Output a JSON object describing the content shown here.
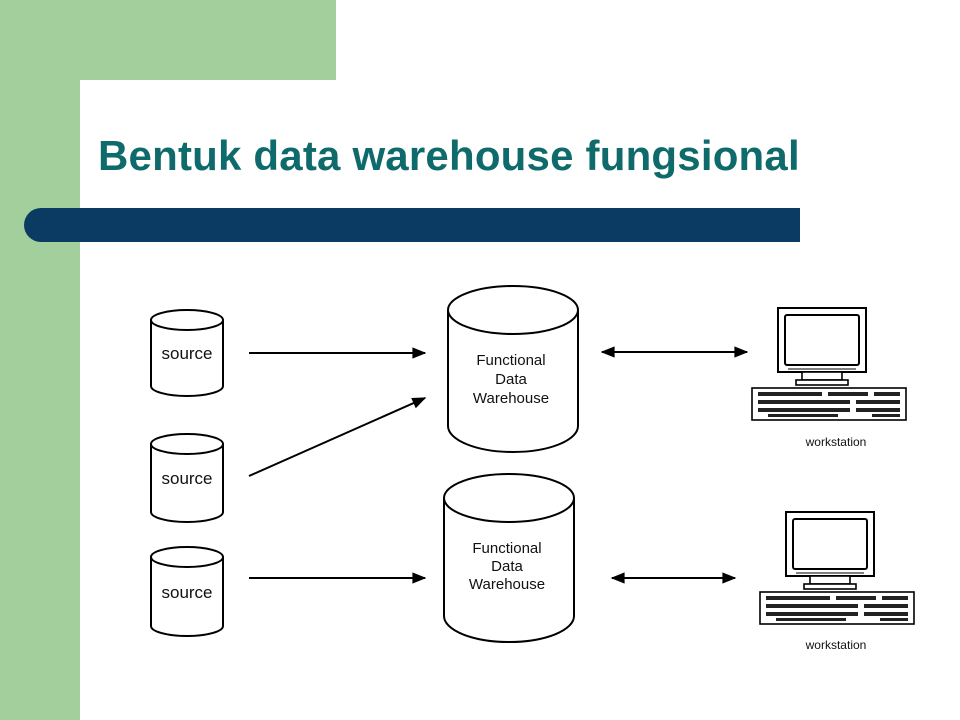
{
  "slide": {
    "title": "Bentuk data warehouse fungsional",
    "colors": {
      "accent_green": "#a3cf9c",
      "title_teal": "#0f6b6b",
      "bar_navy": "#0b3a63"
    }
  },
  "diagram": {
    "sources": [
      {
        "label": "source"
      },
      {
        "label": "source"
      },
      {
        "label": "source"
      }
    ],
    "warehouses": [
      {
        "lines": [
          "Functional",
          "Data",
          "Warehouse"
        ]
      },
      {
        "lines": [
          "Functional",
          "Data",
          "Warehouse"
        ]
      }
    ],
    "workstations": [
      {
        "label": "workstation"
      },
      {
        "label": "workstation"
      }
    ]
  }
}
